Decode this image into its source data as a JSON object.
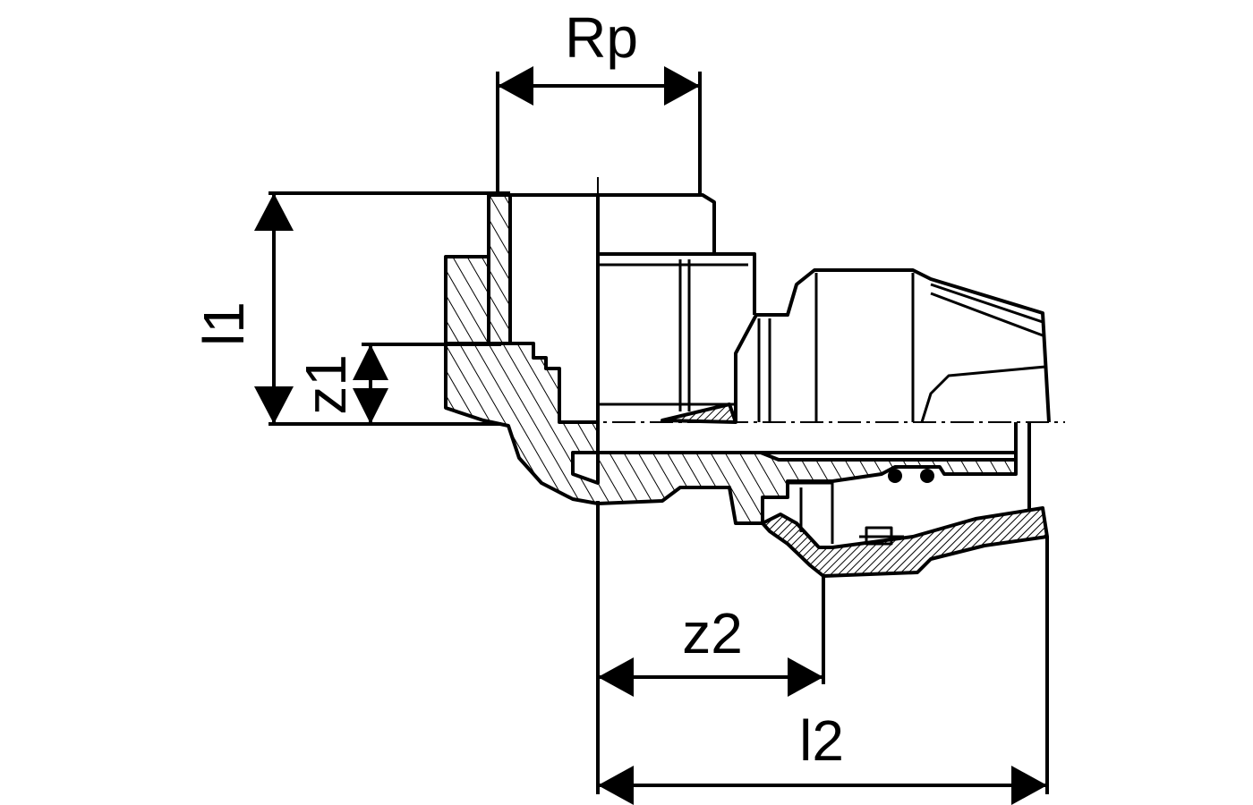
{
  "dimensions": {
    "rp": "Rp",
    "l1": "l1",
    "z1": "z1",
    "z2": "z2",
    "l2": "l2"
  }
}
